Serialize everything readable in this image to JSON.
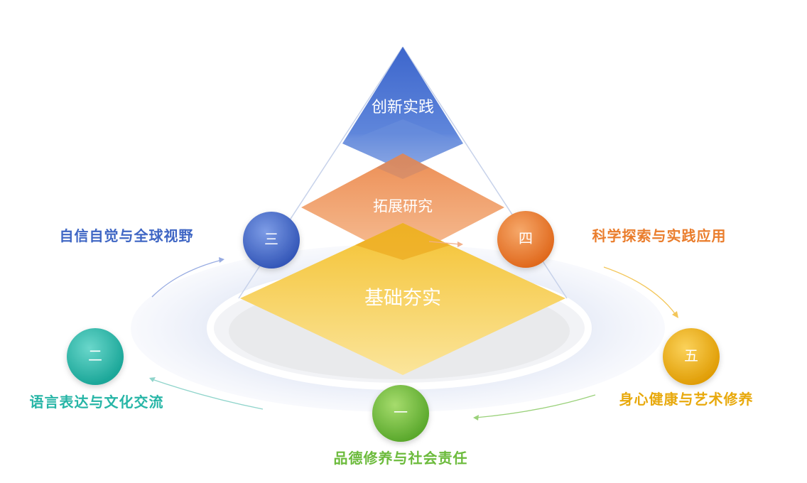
{
  "layers": {
    "top": "创新实践",
    "middle": "拓展研究",
    "base": "基础夯实"
  },
  "nodes": [
    {
      "num": "一",
      "label": "品德修养与社会责任",
      "color": "#6cbb3c"
    },
    {
      "num": "二",
      "label": "语言表达与文化交流",
      "color": "#26b5a6"
    },
    {
      "num": "三",
      "label": "自信自觉与全球视野",
      "color": "#3f66c4"
    },
    {
      "num": "四",
      "label": "科学探索与实践应用",
      "color": "#ea7d2c"
    },
    {
      "num": "五",
      "label": "身心健康与艺术修养",
      "color": "#e8a90c"
    }
  ],
  "colors": {
    "top_layer": "#4a72d0",
    "middle_layer": "#ee9058",
    "base_layer": "#f6cc4a",
    "ring": "#e4e9f6"
  }
}
